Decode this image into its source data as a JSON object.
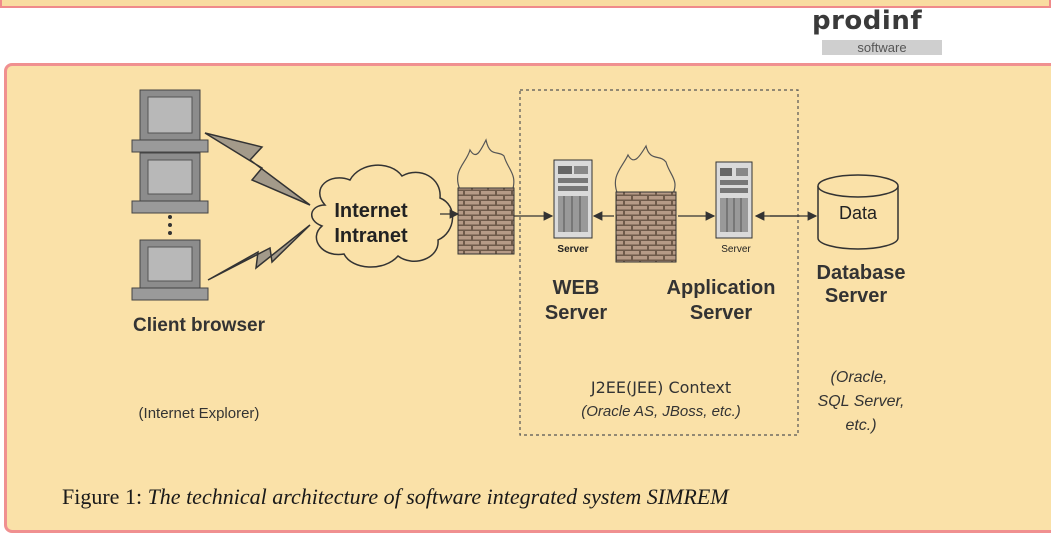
{
  "logo": {
    "name": "prodinf",
    "tagline": "software"
  },
  "client": {
    "label": "Client browser",
    "detail": "(Internet Explorer)"
  },
  "network": {
    "line1": "Internet",
    "line2": "Intranet"
  },
  "web_server": {
    "tag": "Server",
    "line1": "WEB",
    "line2": "Server"
  },
  "app_server": {
    "tag": "Server",
    "line1": "Application",
    "line2": "Server"
  },
  "database": {
    "cylinder_label": "Data",
    "line1": "Database",
    "line2": "Server",
    "detail_line1": "(Oracle,",
    "detail_line2": "SQL Server,",
    "detail_line3": "etc.)"
  },
  "context": {
    "title": "J2EE(JEE) Context",
    "detail": "(Oracle AS, JBoss, etc.)"
  },
  "caption": {
    "prefix": "Figure 1: ",
    "text": "The technical architecture of software integrated system SIMREM"
  }
}
